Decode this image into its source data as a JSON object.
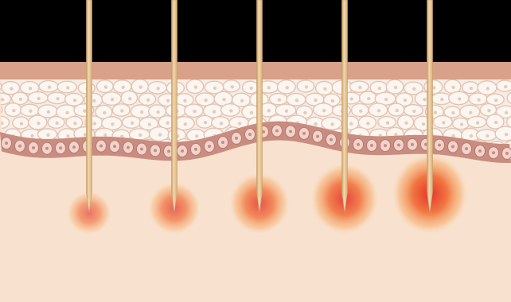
{
  "colors": {
    "background_top": "#000000",
    "stratum_corneum": "#d9a08a",
    "epidermis_cells": "#f5ece4",
    "cell_outline": "#e4c3b0",
    "cell_nucleus": "#e6cbb8",
    "basal_layer": "#c98c80",
    "basal_cell": "#f1d4cc",
    "dermis": "#f8e2cf",
    "needle": "#e9c79a",
    "needle_edge": "#c79f6c",
    "heat_core": "#e83a2a",
    "heat_mid": "#f07a3a",
    "heat_outer": "#f8e2cf"
  },
  "scene": {
    "subject": "microneedles-penetrating-skin-layers",
    "needle_count": 5,
    "heat_intensity_levels": [
      1,
      2,
      3,
      4,
      5
    ]
  }
}
